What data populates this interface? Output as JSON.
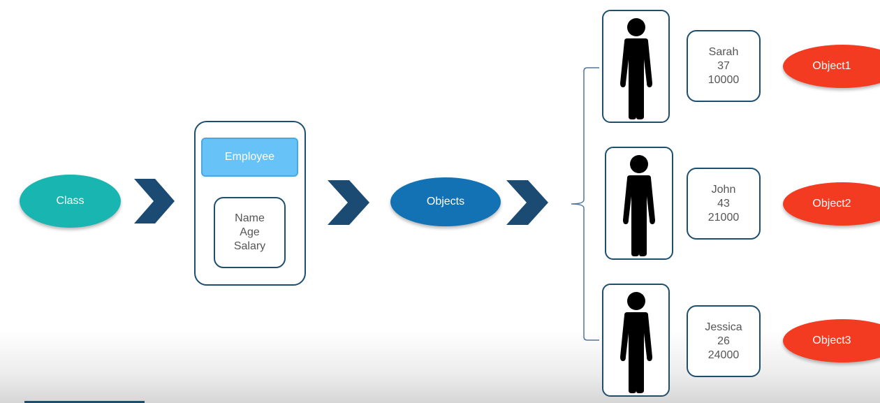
{
  "class_label": "Class",
  "employee_label": "Employee",
  "attributes": [
    "Name",
    "Age",
    "Salary"
  ],
  "objects_label": "Objects",
  "employees": [
    {
      "name": "Sarah",
      "age": "37",
      "salary": "10000",
      "object_label": "Object1"
    },
    {
      "name": "John",
      "age": "43",
      "salary": "21000",
      "object_label": "Object2"
    },
    {
      "name": "Jessica",
      "age": "26",
      "salary": "24000",
      "object_label": "Object3"
    }
  ],
  "colors": {
    "class": "#19b5b1",
    "employee": "#67c3f7",
    "objects": "#1272b4",
    "object_badge": "#f33b22",
    "chevron": "#1b4b73",
    "border": "#1e4e6e"
  },
  "icons": [
    "chevron-right-icon",
    "person-icon"
  ]
}
